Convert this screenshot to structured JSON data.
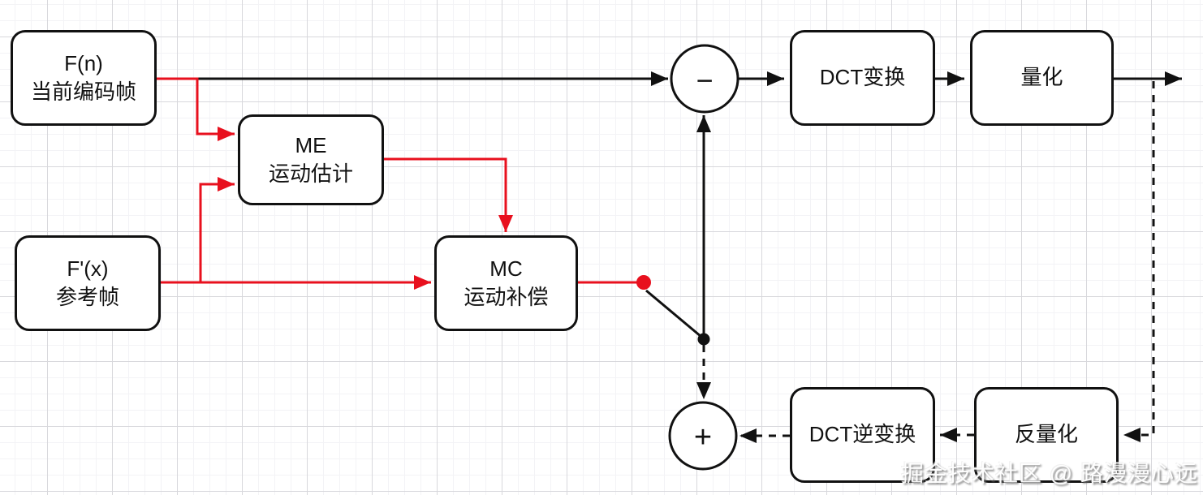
{
  "nodes": {
    "current_frame": {
      "line1": "F(n)",
      "line2": "当前编码帧"
    },
    "reference_frame": {
      "line1": "F'(x)",
      "line2": "参考帧"
    },
    "motion_estimation": {
      "line1": "ME",
      "line2": "运动估计"
    },
    "motion_compensation": {
      "line1": "MC",
      "line2": "运动补偿"
    },
    "dct_transform": {
      "label": "DCT变换"
    },
    "quantization": {
      "label": "量化"
    },
    "inverse_dct": {
      "label": "DCT逆变换"
    },
    "dequantization": {
      "label": "反量化"
    }
  },
  "operators": {
    "subtract": "−",
    "add": "+"
  },
  "watermark": "掘金技术社区 @ 路漫漫心远",
  "colors": {
    "ink_black": "#111111",
    "accent_red": "#e8101e"
  }
}
